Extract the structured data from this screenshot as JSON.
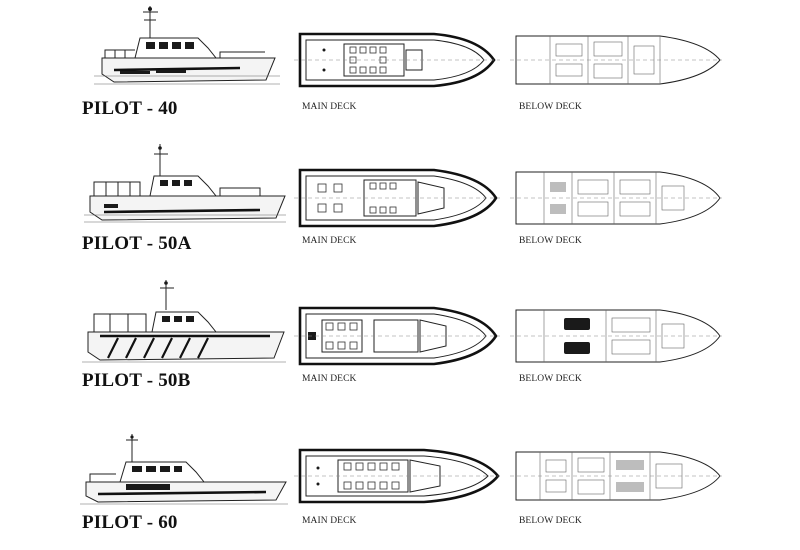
{
  "captions": {
    "main_deck": "MAIN DECK",
    "below_deck": "BELOW DECK"
  },
  "boats": [
    {
      "model": "PILOT - 40"
    },
    {
      "model": "PILOT - 50A"
    },
    {
      "model": "PILOT - 50B"
    },
    {
      "model": "PILOT - 60"
    }
  ]
}
